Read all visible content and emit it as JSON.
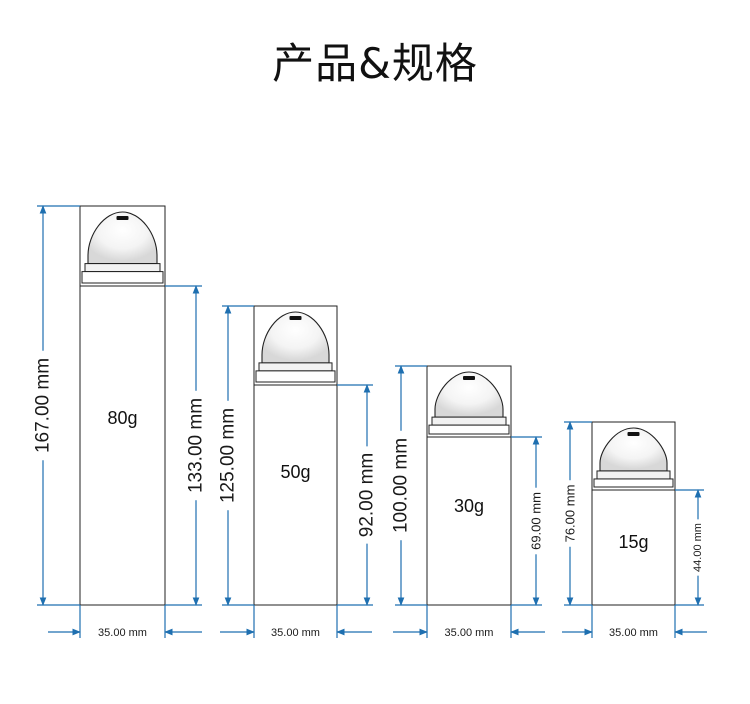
{
  "title": "产品&规格",
  "colors": {
    "accent": "#1e6fb0",
    "outline": "#222222"
  },
  "bottles": [
    {
      "capacity": "80g",
      "total_height": "167.00 mm",
      "body_height": "133.00 mm",
      "width": "35.00 mm"
    },
    {
      "capacity": "50g",
      "total_height": "125.00 mm",
      "body_height": "92.00 mm",
      "width": "35.00 mm"
    },
    {
      "capacity": "30g",
      "total_height": "100.00 mm",
      "body_height": "69.00 mm",
      "width": "35.00 mm"
    },
    {
      "capacity": "15g",
      "total_height": "76.00 mm",
      "body_height": "44.00 mm",
      "width": "35.00 mm"
    }
  ]
}
